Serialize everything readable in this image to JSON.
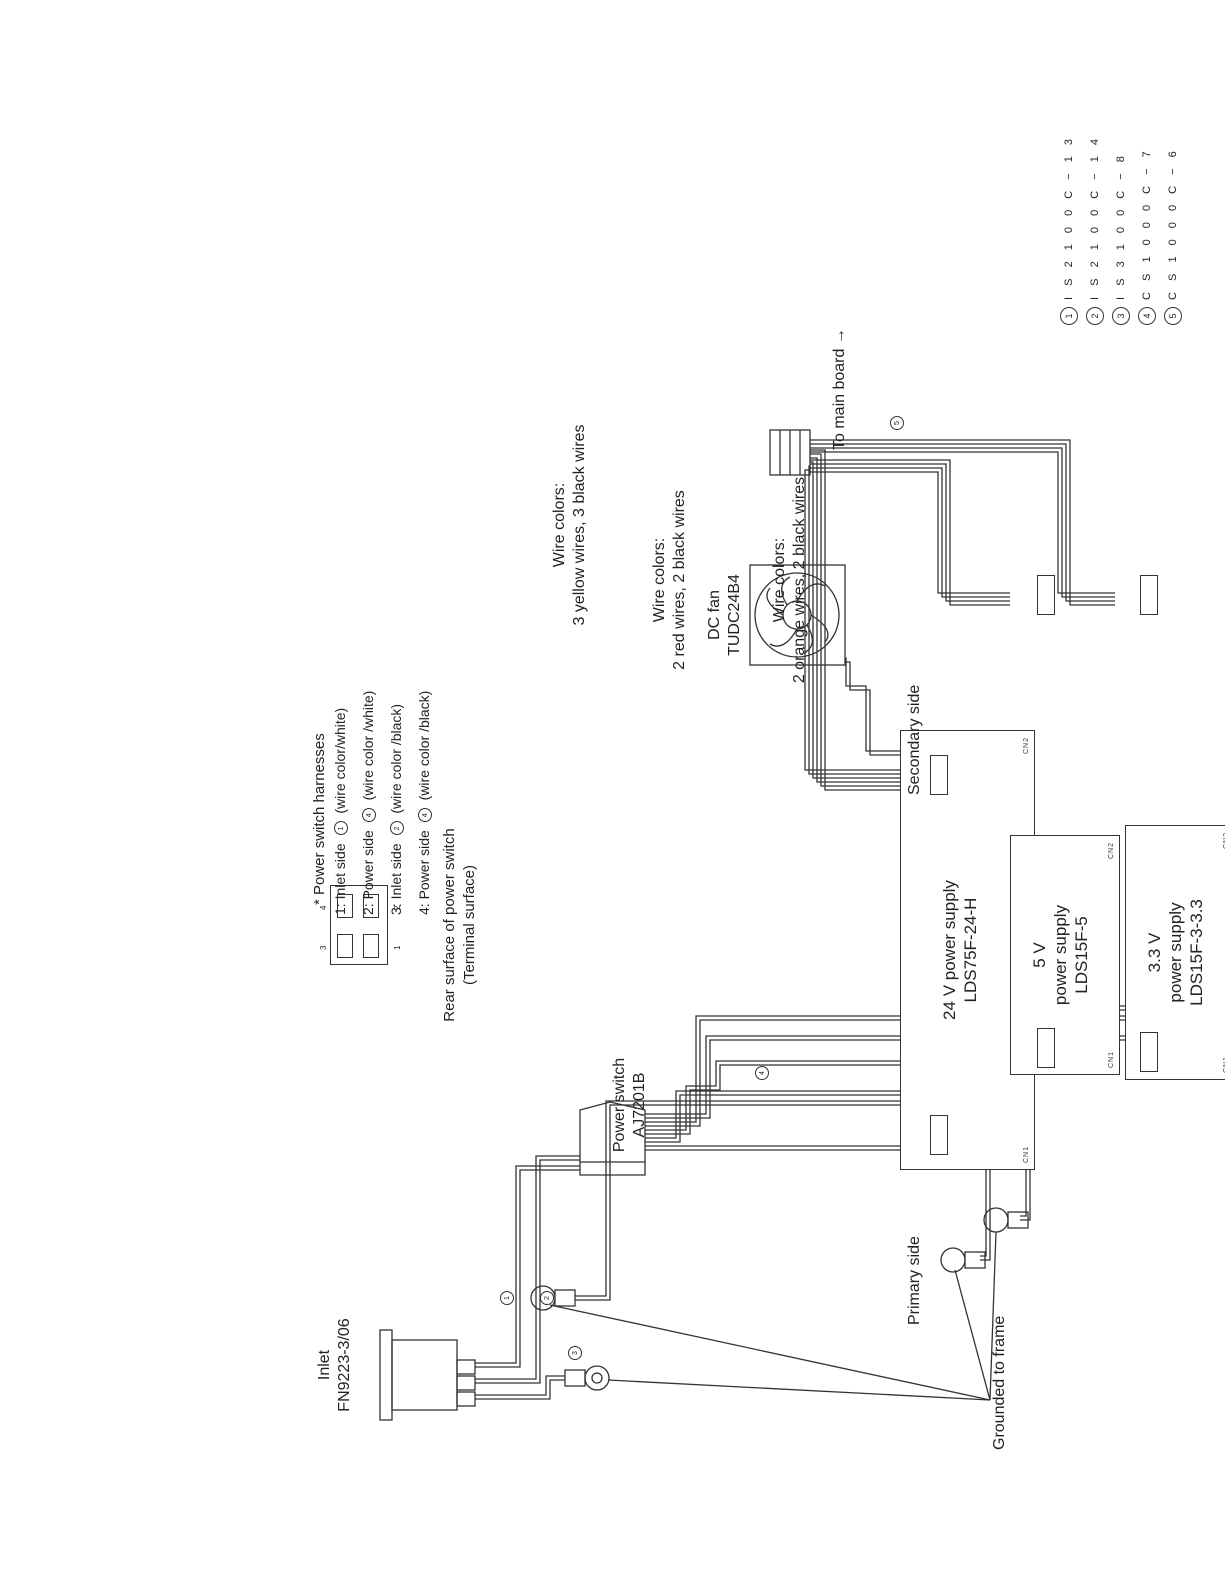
{
  "components": {
    "inlet": {
      "name": "Inlet",
      "part": "FN9223-3/06"
    },
    "power_switch": {
      "name": "Power switch",
      "part": "AJ7201B"
    },
    "dc_fan": {
      "name": "DC fan",
      "part": "TUDC24B4"
    },
    "psu_24v": {
      "line1": "24 V power supply",
      "line2": "LDS75F-24-H"
    },
    "psu_5v": {
      "line1": "5 V",
      "line2": "power supply",
      "line3": "LDS15F-5"
    },
    "psu_33v": {
      "line1": "3.3 V",
      "line2": "power supply",
      "line3": "LDS15F-3-3.3"
    }
  },
  "connectors": {
    "cn1": "CN1",
    "cn2": "CN2"
  },
  "wire_colors": {
    "heading": "Wire colors:",
    "w24v": "3 yellow wires, 3 black wires",
    "w5v": "2 red wires, 2 black wires",
    "w33v": "2 orange wires, 2 black wires"
  },
  "labels": {
    "to_main_board": "To main board →",
    "secondary_side": "Secondary side",
    "primary_side": "Primary side",
    "grounded_to_frame": "Grounded to frame"
  },
  "harness_note": {
    "title": "* Power switch harnesses",
    "rows": [
      {
        "text": "1: Inlet side",
        "num": "1",
        "color": "(wire color/white)"
      },
      {
        "text": "2: Power side",
        "num": "4",
        "color": "(wire color /white)"
      },
      {
        "text": "3: Inlet side",
        "num": "2",
        "color": "(wire color /black)"
      },
      {
        "text": "4: Power side",
        "num": "4",
        "color": "(wire color /black)"
      }
    ],
    "rear_caption_1": "Rear surface of power switch",
    "rear_caption_2": "(Terminal surface)",
    "terminals": [
      "1",
      "2",
      "3",
      "4"
    ]
  },
  "harness_legend": [
    {
      "num": "1",
      "part": "I S 2 1 0 0 C − 1 3"
    },
    {
      "num": "2",
      "part": "I S 2 1 0 0 C − 1 4"
    },
    {
      "num": "3",
      "part": "I S 3 1 0 0 C − 8"
    },
    {
      "num": "4",
      "part": "C S 1 0 0 0 C − 7"
    },
    {
      "num": "5",
      "part": "C S 1 0 0 0 C − 6"
    }
  ],
  "wire_markers": [
    "1",
    "2",
    "3",
    "4",
    "5"
  ]
}
